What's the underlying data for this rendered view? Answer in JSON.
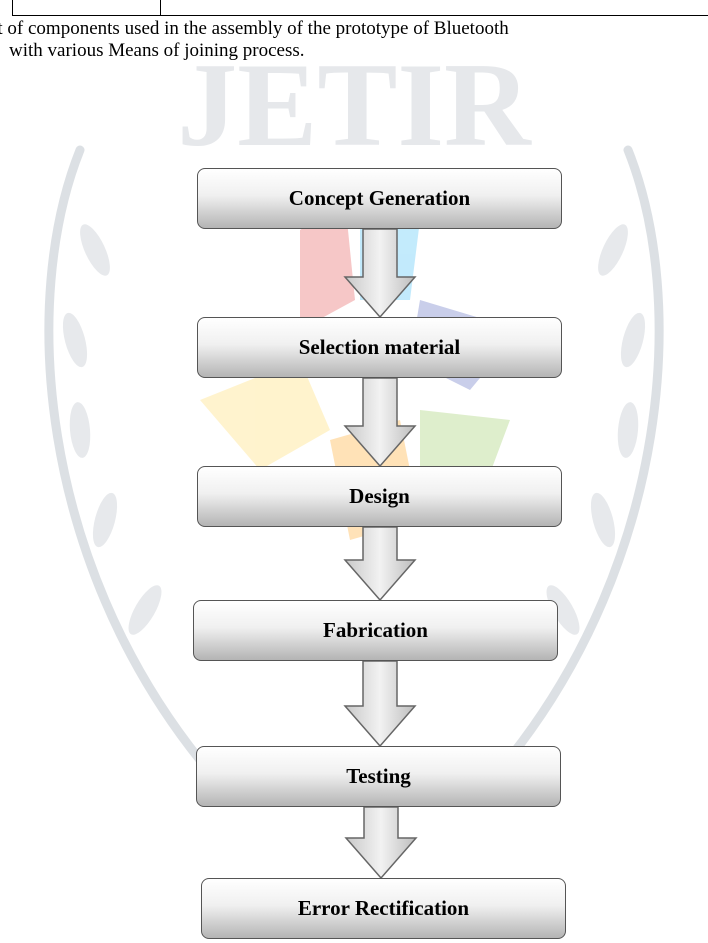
{
  "caption": {
    "line1": "st of components used in the assembly of the prototype of Bluetooth",
    "line2": "with various Means of joining process."
  },
  "watermark": {
    "text": "JETIR"
  },
  "flowchart": {
    "steps": [
      "Concept Generation",
      "Selection material",
      "Design",
      "Fabrication",
      "Testing",
      "Error Rectification"
    ]
  }
}
